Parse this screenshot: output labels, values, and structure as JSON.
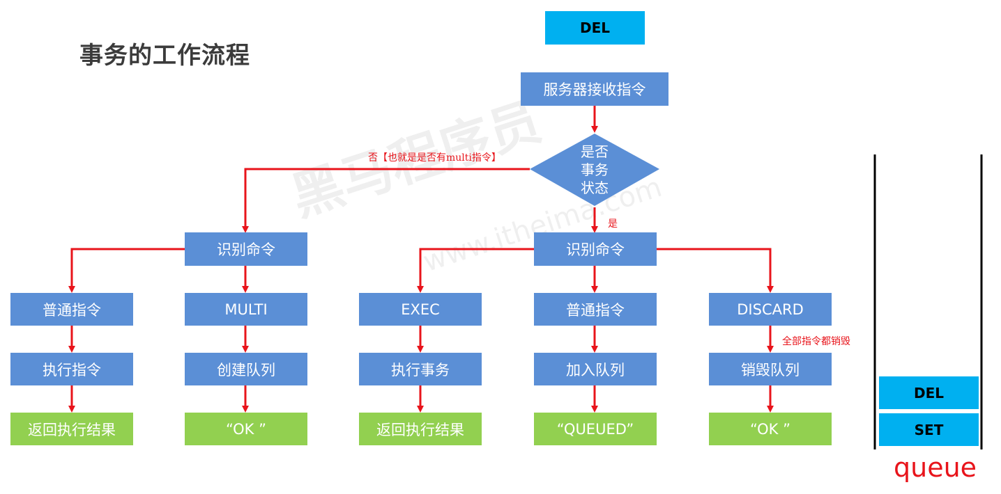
{
  "title": "事务的工作流程",
  "watermark": {
    "main": "黑马程序员",
    "sub": "www.itheima.com"
  },
  "top_del": "DEL",
  "server_receive": "服务器接收指令",
  "decision": [
    "是否",
    "事务",
    "状态"
  ],
  "labels": {
    "no": "否【也就是是否有multi指令】",
    "yes": "是",
    "discard_all": "全部指令都销毁"
  },
  "left_branch": {
    "identify": "识别命令",
    "normal_cmd": "普通指令",
    "exec_cmd": "执行指令",
    "return_result": "返回执行结果",
    "multi": "MULTI",
    "create_queue": "创建队列",
    "ok": "“OK ”"
  },
  "right_branch": {
    "identify": "识别命令",
    "exec": "EXEC",
    "exec_tx": "执行事务",
    "return_result": "返回执行结果",
    "normal_cmd": "普通指令",
    "join_queue": "加入队列",
    "queued": "“QUEUED”",
    "discard": "DISCARD",
    "destroy_queue": "销毁队列",
    "ok": "“OK ”"
  },
  "queue_stack": {
    "items": [
      "DEL",
      "SET"
    ],
    "label": "queue"
  },
  "colors": {
    "box_blue": "#5b8fd6",
    "result_green": "#92d050",
    "stack_cyan": "#00b0f0",
    "arrow_red": "#e8141b"
  }
}
